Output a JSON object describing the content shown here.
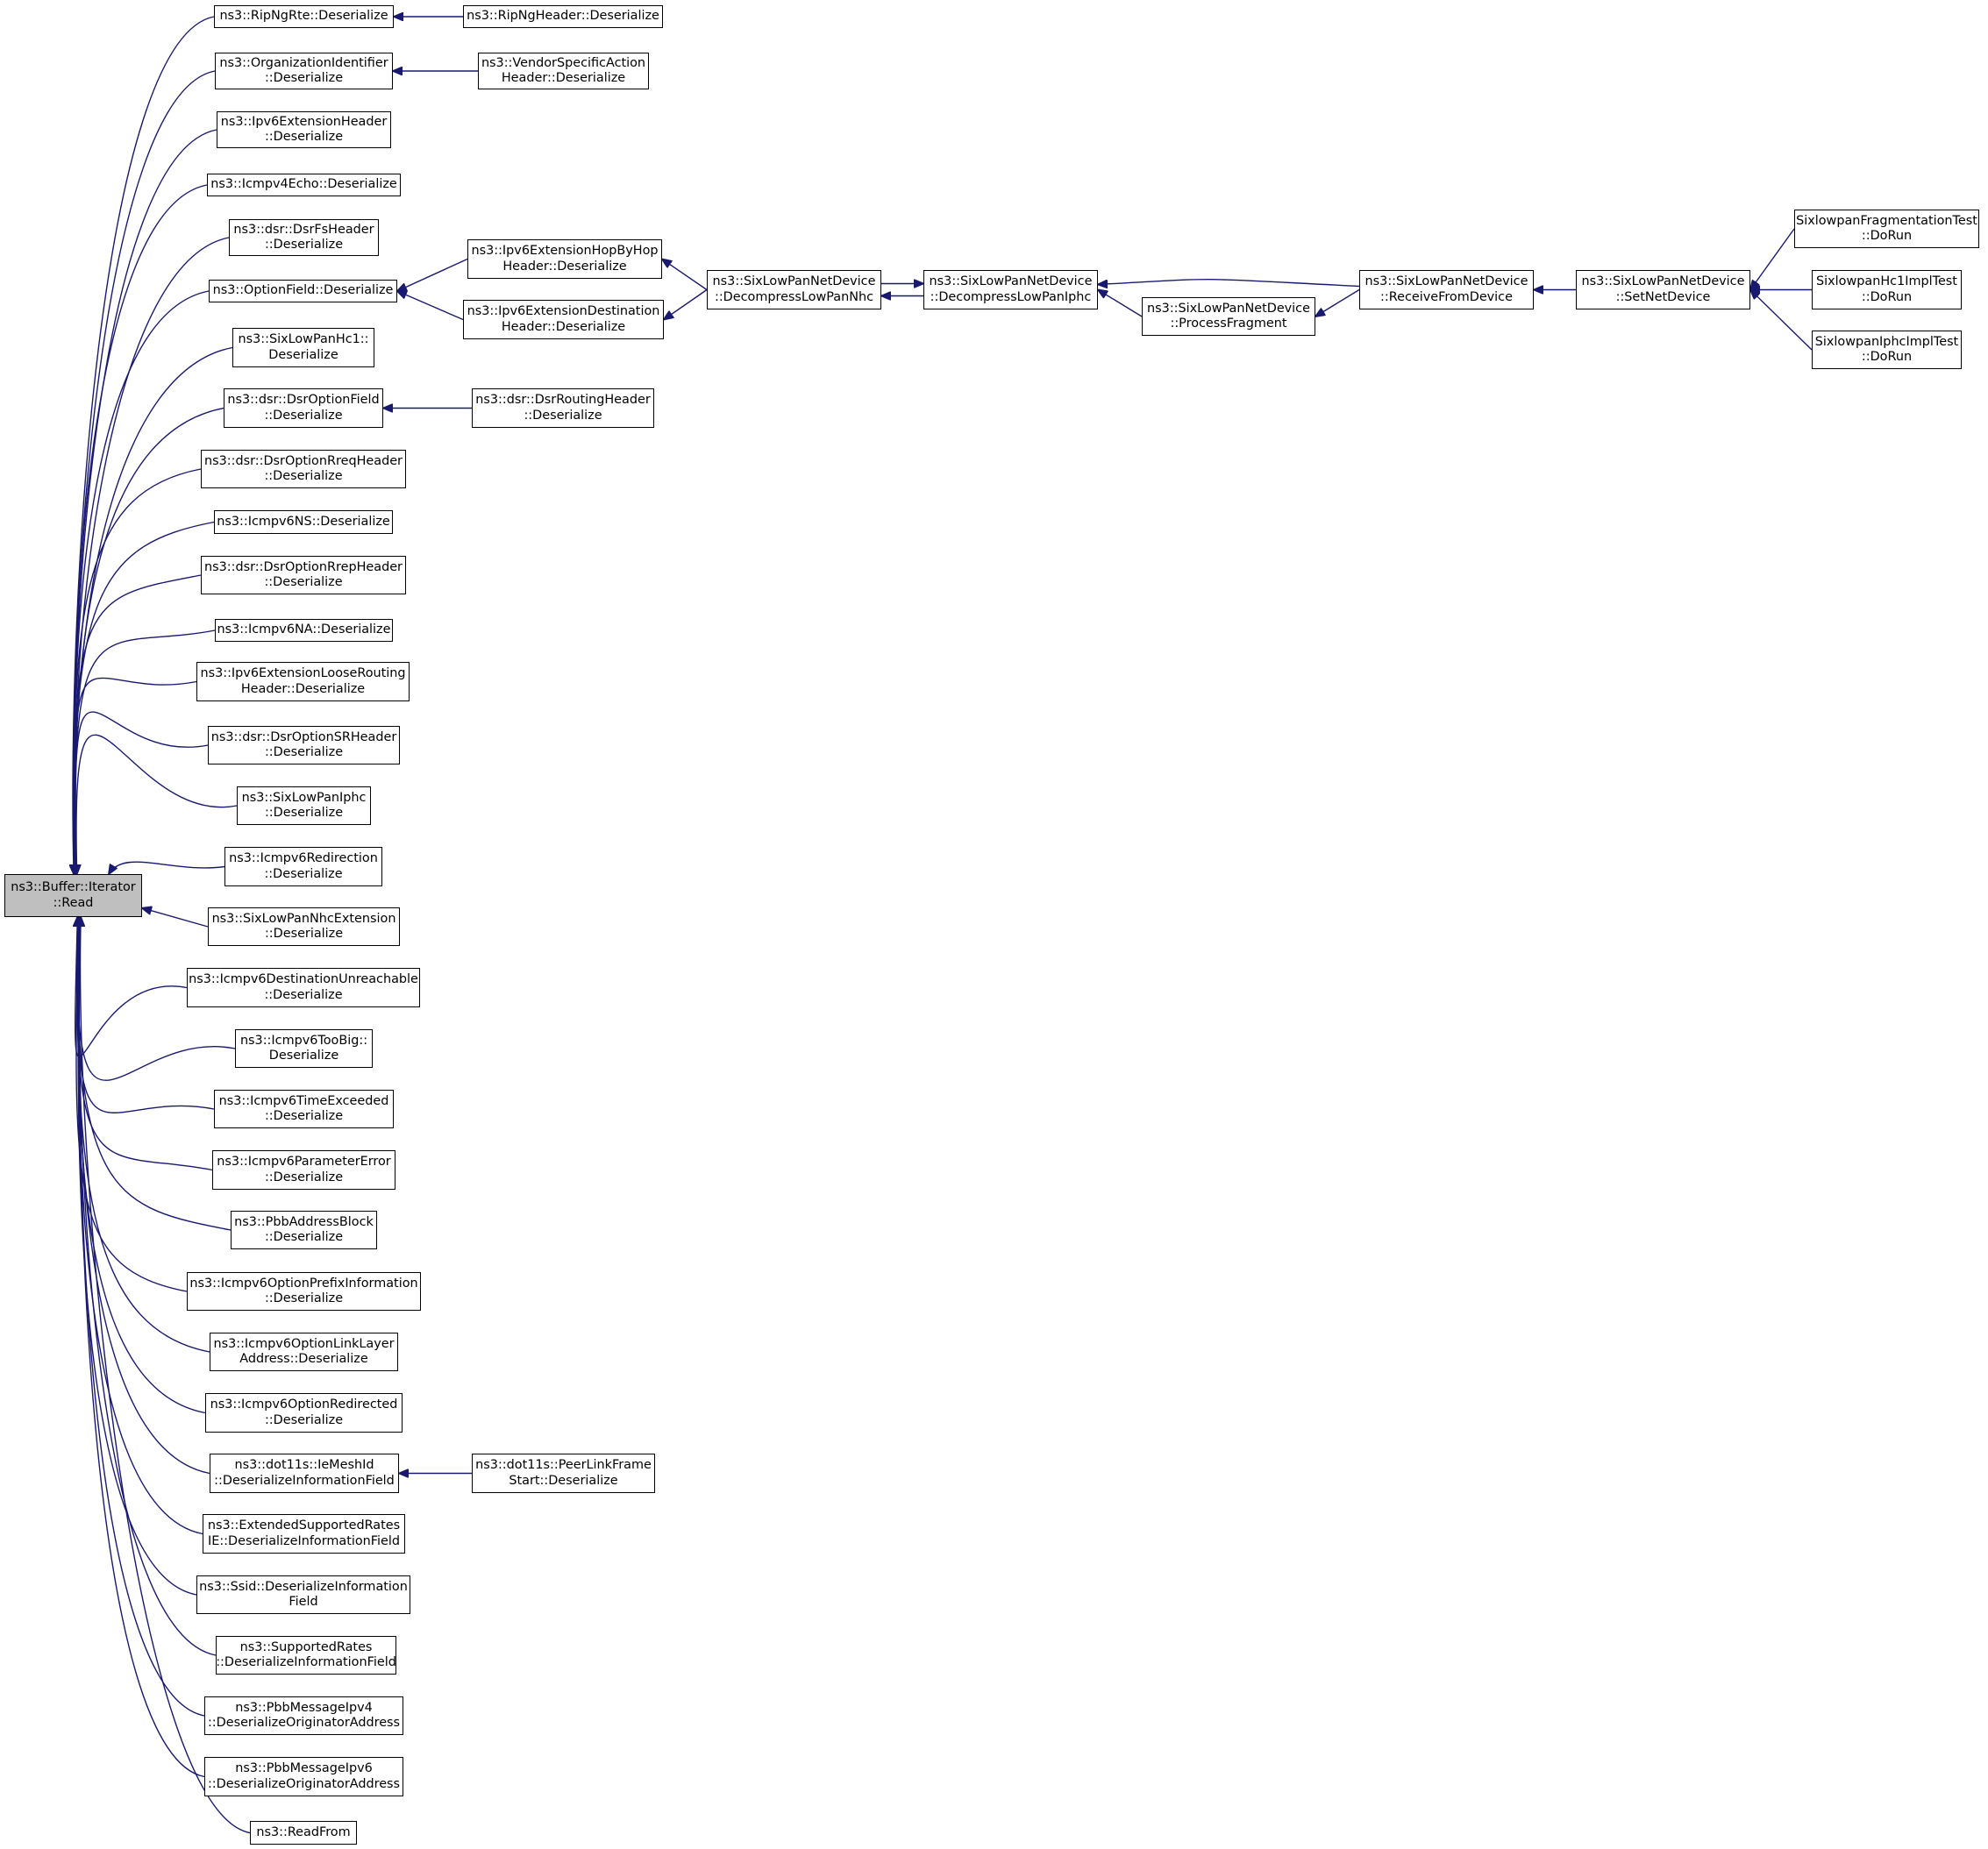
{
  "colors": {
    "edge": "#191970",
    "root_fill": "#bfbfbf",
    "node_fill": "#ffffff",
    "border": "#000000"
  },
  "nodes": [
    {
      "id": "root",
      "lines": [
        "ns3::Buffer::Iterator",
        "::Read"
      ],
      "root": true
    },
    {
      "id": "ripngrte",
      "lines": [
        "ns3::RipNgRte::Deserialize"
      ]
    },
    {
      "id": "ripngheader",
      "lines": [
        "ns3::RipNgHeader::Deserialize"
      ]
    },
    {
      "id": "orgid",
      "lines": [
        "ns3::OrganizationIdentifier",
        "::Deserialize"
      ]
    },
    {
      "id": "vendoraction",
      "lines": [
        "ns3::VendorSpecificAction",
        "Header::Deserialize"
      ]
    },
    {
      "id": "ipv6ext",
      "lines": [
        "ns3::Ipv6ExtensionHeader",
        "::Deserialize"
      ]
    },
    {
      "id": "icmpv4echo",
      "lines": [
        "ns3::Icmpv4Echo::Deserialize"
      ]
    },
    {
      "id": "dsrfs",
      "lines": [
        "ns3::dsr::DsrFsHeader",
        "::Deserialize"
      ]
    },
    {
      "id": "optionfield",
      "lines": [
        "ns3::OptionField::Deserialize"
      ]
    },
    {
      "id": "hopbyhop",
      "lines": [
        "ns3::Ipv6ExtensionHopByHop",
        "Header::Deserialize"
      ]
    },
    {
      "id": "destination",
      "lines": [
        "ns3::Ipv6ExtensionDestination",
        "Header::Deserialize"
      ]
    },
    {
      "id": "decompnhc",
      "lines": [
        "ns3::SixLowPanNetDevice",
        "::DecompressLowPanNhc"
      ]
    },
    {
      "id": "decompiphc",
      "lines": [
        "ns3::SixLowPanNetDevice",
        "::DecompressLowPanIphc"
      ]
    },
    {
      "id": "processfrag",
      "lines": [
        "ns3::SixLowPanNetDevice",
        "::ProcessFragment"
      ]
    },
    {
      "id": "receive",
      "lines": [
        "ns3::SixLowPanNetDevice",
        "::ReceiveFromDevice"
      ]
    },
    {
      "id": "setnet",
      "lines": [
        "ns3::SixLowPanNetDevice",
        "::SetNetDevice"
      ]
    },
    {
      "id": "fragtest",
      "lines": [
        "SixlowpanFragmentationTest",
        "::DoRun"
      ]
    },
    {
      "id": "hc1test",
      "lines": [
        "SixlowpanHc1ImplTest",
        "::DoRun"
      ]
    },
    {
      "id": "iphctest",
      "lines": [
        "SixlowpanIphcImplTest",
        "::DoRun"
      ]
    },
    {
      "id": "sixhc1",
      "lines": [
        "ns3::SixLowPanHc1::",
        "Deserialize"
      ]
    },
    {
      "id": "dsroptfield",
      "lines": [
        "ns3::dsr::DsrOptionField",
        "::Deserialize"
      ]
    },
    {
      "id": "dsrrouting",
      "lines": [
        "ns3::dsr::DsrRoutingHeader",
        "::Deserialize"
      ]
    },
    {
      "id": "rreq",
      "lines": [
        "ns3::dsr::DsrOptionRreqHeader",
        "::Deserialize"
      ]
    },
    {
      "id": "icmpns",
      "lines": [
        "ns3::Icmpv6NS::Deserialize"
      ]
    },
    {
      "id": "rrep",
      "lines": [
        "ns3::dsr::DsrOptionRrepHeader",
        "::Deserialize"
      ]
    },
    {
      "id": "icmpna",
      "lines": [
        "ns3::Icmpv6NA::Deserialize"
      ]
    },
    {
      "id": "looserouting",
      "lines": [
        "ns3::Ipv6ExtensionLooseRouting",
        "Header::Deserialize"
      ]
    },
    {
      "id": "dsrsr",
      "lines": [
        "ns3::dsr::DsrOptionSRHeader",
        "::Deserialize"
      ]
    },
    {
      "id": "sixiphc",
      "lines": [
        "ns3::SixLowPanIphc",
        "::Deserialize"
      ]
    },
    {
      "id": "redirection",
      "lines": [
        "ns3::Icmpv6Redirection",
        "::Deserialize"
      ]
    },
    {
      "id": "nhcext",
      "lines": [
        "ns3::SixLowPanNhcExtension",
        "::Deserialize"
      ]
    },
    {
      "id": "destunreach",
      "lines": [
        "ns3::Icmpv6DestinationUnreachable",
        "::Deserialize"
      ]
    },
    {
      "id": "toobig",
      "lines": [
        "ns3::Icmpv6TooBig::",
        "Deserialize"
      ]
    },
    {
      "id": "timeexceeded",
      "lines": [
        "ns3::Icmpv6TimeExceeded",
        "::Deserialize"
      ]
    },
    {
      "id": "paramerror",
      "lines": [
        "ns3::Icmpv6ParameterError",
        "::Deserialize"
      ]
    },
    {
      "id": "pbbaddr",
      "lines": [
        "ns3::PbbAddressBlock",
        "::Deserialize"
      ]
    },
    {
      "id": "prefixinfo",
      "lines": [
        "ns3::Icmpv6OptionPrefixInformation",
        "::Deserialize"
      ]
    },
    {
      "id": "linklayer",
      "lines": [
        "ns3::Icmpv6OptionLinkLayer",
        "Address::Deserialize"
      ]
    },
    {
      "id": "optredirected",
      "lines": [
        "ns3::Icmpv6OptionRedirected",
        "::Deserialize"
      ]
    },
    {
      "id": "iemeshid",
      "lines": [
        "ns3::dot11s::IeMeshId",
        "::DeserializeInformationField"
      ]
    },
    {
      "id": "peerlink",
      "lines": [
        "ns3::dot11s::PeerLinkFrame",
        "Start::Deserialize"
      ]
    },
    {
      "id": "extrates",
      "lines": [
        "ns3::ExtendedSupportedRates",
        "IE::DeserializeInformationField"
      ]
    },
    {
      "id": "ssid",
      "lines": [
        "ns3::Ssid::DeserializeInformation",
        "Field"
      ]
    },
    {
      "id": "supprates",
      "lines": [
        "ns3::SupportedRates",
        "::DeserializeInformationField"
      ]
    },
    {
      "id": "pbbv4",
      "lines": [
        "ns3::PbbMessageIpv4",
        "::DeserializeOriginatorAddress"
      ]
    },
    {
      "id": "pbbv6",
      "lines": [
        "ns3::PbbMessageIpv6",
        "::DeserializeOriginatorAddress"
      ]
    },
    {
      "id": "readfrom",
      "lines": [
        "ns3::ReadFrom"
      ]
    }
  ],
  "edges": [
    {
      "from": "ripngrte",
      "to": "root"
    },
    {
      "from": "orgid",
      "to": "root"
    },
    {
      "from": "ipv6ext",
      "to": "root"
    },
    {
      "from": "icmpv4echo",
      "to": "root"
    },
    {
      "from": "dsrfs",
      "to": "root"
    },
    {
      "from": "optionfield",
      "to": "root"
    },
    {
      "from": "sixhc1",
      "to": "root"
    },
    {
      "from": "dsroptfield",
      "to": "root"
    },
    {
      "from": "rreq",
      "to": "root"
    },
    {
      "from": "icmpns",
      "to": "root"
    },
    {
      "from": "rrep",
      "to": "root"
    },
    {
      "from": "icmpna",
      "to": "root"
    },
    {
      "from": "looserouting",
      "to": "root"
    },
    {
      "from": "dsrsr",
      "to": "root"
    },
    {
      "from": "sixiphc",
      "to": "root"
    },
    {
      "from": "redirection",
      "to": "root"
    },
    {
      "from": "nhcext",
      "to": "root"
    },
    {
      "from": "destunreach",
      "to": "root"
    },
    {
      "from": "toobig",
      "to": "root"
    },
    {
      "from": "timeexceeded",
      "to": "root"
    },
    {
      "from": "paramerror",
      "to": "root"
    },
    {
      "from": "pbbaddr",
      "to": "root"
    },
    {
      "from": "prefixinfo",
      "to": "root"
    },
    {
      "from": "linklayer",
      "to": "root"
    },
    {
      "from": "optredirected",
      "to": "root"
    },
    {
      "from": "iemeshid",
      "to": "root"
    },
    {
      "from": "extrates",
      "to": "root"
    },
    {
      "from": "ssid",
      "to": "root"
    },
    {
      "from": "supprates",
      "to": "root"
    },
    {
      "from": "pbbv4",
      "to": "root"
    },
    {
      "from": "pbbv6",
      "to": "root"
    },
    {
      "from": "readfrom",
      "to": "root"
    },
    {
      "from": "ripngheader",
      "to": "ripngrte"
    },
    {
      "from": "vendoraction",
      "to": "orgid"
    },
    {
      "from": "hopbyhop",
      "to": "optionfield"
    },
    {
      "from": "destination",
      "to": "optionfield"
    },
    {
      "from": "decompnhc",
      "to": "hopbyhop"
    },
    {
      "from": "decompnhc",
      "to": "destination"
    },
    {
      "from": "decompiphc",
      "to": "decompnhc"
    },
    {
      "from": "decompnhc",
      "to": "decompiphc"
    },
    {
      "from": "receive",
      "to": "decompiphc"
    },
    {
      "from": "processfrag",
      "to": "decompiphc"
    },
    {
      "from": "receive",
      "to": "processfrag"
    },
    {
      "from": "setnet",
      "to": "receive"
    },
    {
      "from": "fragtest",
      "to": "setnet"
    },
    {
      "from": "hc1test",
      "to": "setnet"
    },
    {
      "from": "iphctest",
      "to": "setnet"
    },
    {
      "from": "dsrrouting",
      "to": "dsroptfield"
    },
    {
      "from": "peerlink",
      "to": "iemeshid"
    }
  ]
}
